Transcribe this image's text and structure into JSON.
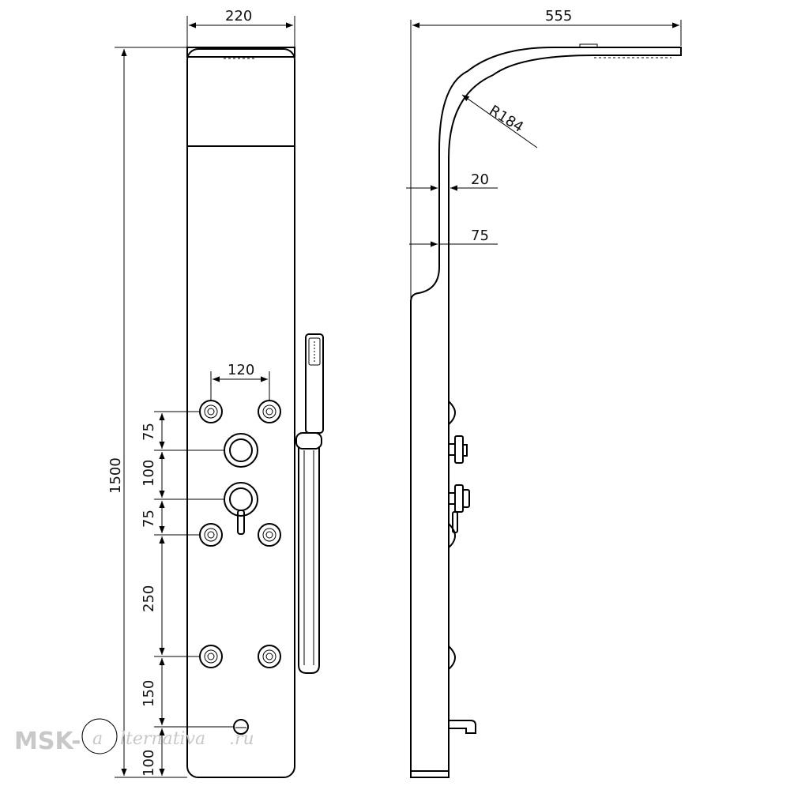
{
  "dimensions": {
    "front_width": "220",
    "nozzle_spacing": "120",
    "total_height": "1500",
    "gap_1": "75",
    "gap_2": "100",
    "gap_3": "75",
    "gap_4": "250",
    "gap_5": "150",
    "gap_6": "100",
    "side_depth": "555",
    "radius": "R184",
    "pipe_thickness": "20",
    "panel_depth": "75"
  },
  "watermark": {
    "brand": "MSK-",
    "script": "lternativa",
    "suffix": ".ru"
  },
  "colors": {
    "line": "#000000",
    "watermark": "#c8c8c8"
  }
}
